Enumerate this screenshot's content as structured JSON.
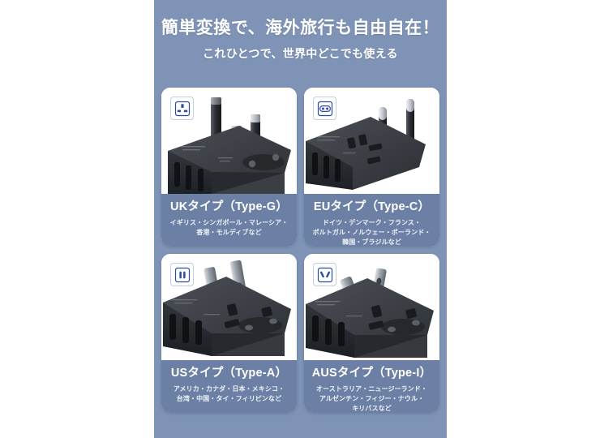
{
  "panel": {
    "background_color": "#7e93b5",
    "headline": "簡単変換で、海外旅行も自由自在！",
    "subhead": "これひとつで、世界中どこでも使える"
  },
  "cards": [
    {
      "id": "uk",
      "socket_icon": "uk-socket-icon",
      "title": "UKタイプ（Type-G）",
      "caption_lines": [
        "イギリス・シンガポール・マレーシア・",
        "香港・モルディブなど"
      ]
    },
    {
      "id": "eu",
      "socket_icon": "eu-socket-icon",
      "title": "EUタイプ（Type-C）",
      "caption_lines": [
        "ドイツ・デンマーク・フランス・",
        "ポルトガル・ノルウェー・ポーランド・",
        "韓国・ブラジルなど"
      ]
    },
    {
      "id": "us",
      "socket_icon": "us-socket-icon",
      "title": "USタイプ（Type-A）",
      "caption_lines": [
        "アメリカ・カナダ・日本・メキシコ・",
        "台湾・中国・タイ・フィリピンなど"
      ]
    },
    {
      "id": "aus",
      "socket_icon": "aus-socket-icon",
      "title": "AUSタイプ（Type-I）",
      "caption_lines": [
        "オーストラリア・ニュージーランド・",
        "アルゼンチン・フィジー・ナウル・",
        "キリバスなど"
      ]
    }
  ],
  "colors": {
    "panel_blue": "#7e93b5",
    "footer_blue": "#6b80a4",
    "icon_blue": "#2b4b9b",
    "card_white": "#ffffff",
    "adapter_dark": "#2f3237"
  }
}
